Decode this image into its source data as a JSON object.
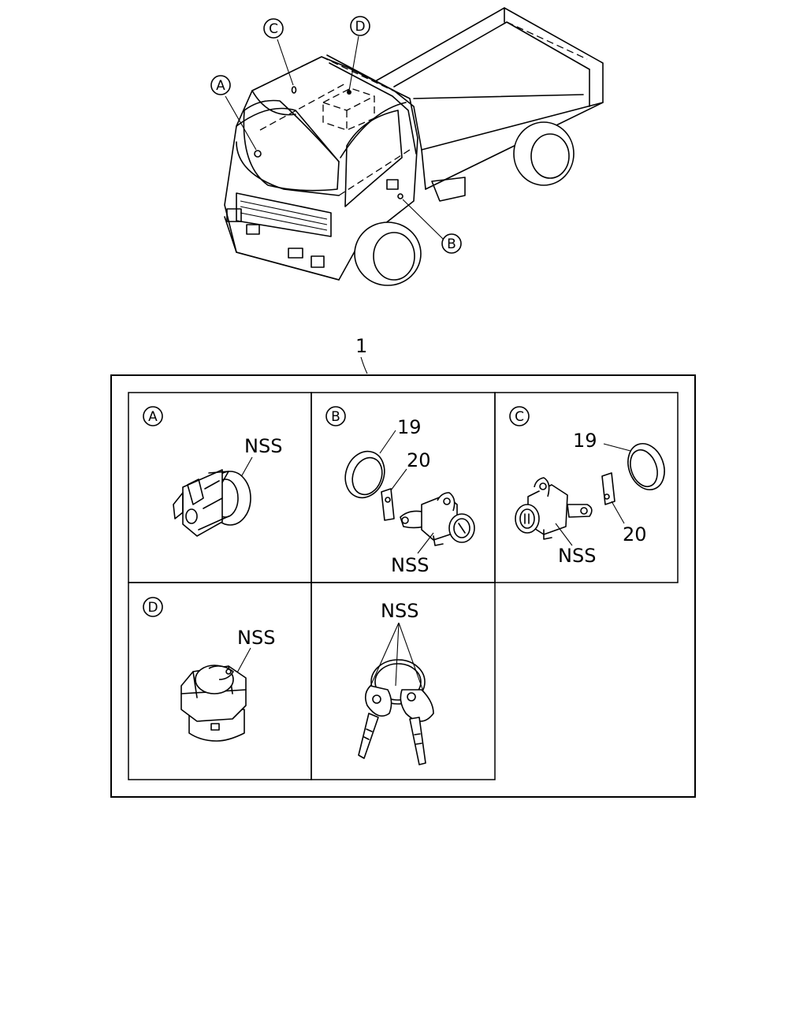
{
  "truck": {
    "callouts": {
      "A": "A",
      "B": "B",
      "C": "C",
      "D": "D"
    }
  },
  "assembly": {
    "item_number": "1",
    "panels": {
      "A": {
        "letter": "A",
        "labels": {
          "nss": "NSS"
        }
      },
      "B": {
        "letter": "B",
        "labels": {
          "ring": "19",
          "clip": "20",
          "nss": "NSS"
        }
      },
      "C": {
        "letter": "C",
        "labels": {
          "ring": "19",
          "clip": "20",
          "nss": "NSS"
        }
      },
      "D": {
        "letter": "D",
        "labels": {
          "nss": "NSS"
        }
      },
      "keys": {
        "labels": {
          "nss": "NSS"
        }
      }
    }
  }
}
